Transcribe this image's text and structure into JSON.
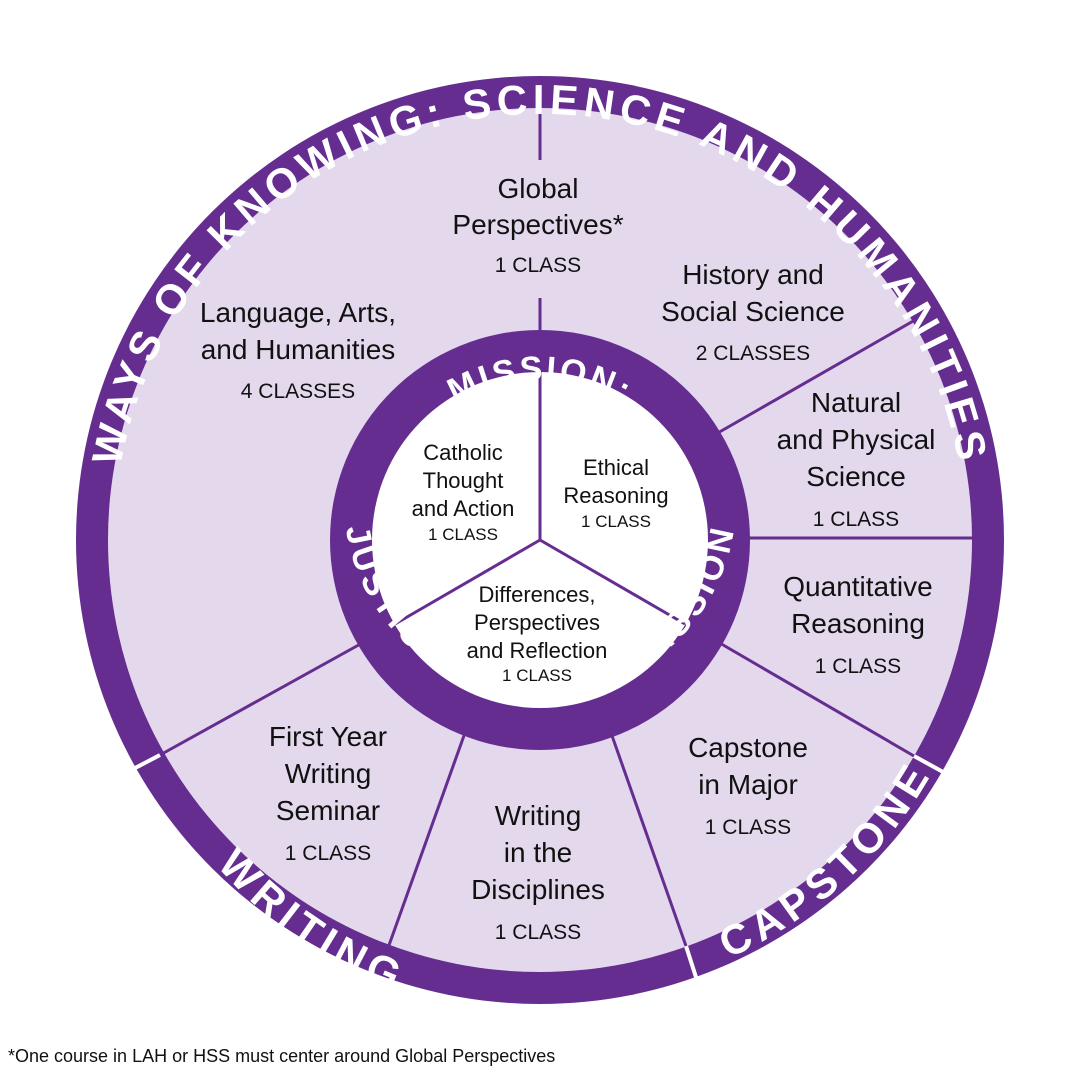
{
  "ring_labels": {
    "ways_of_knowing": "WAYS OF KNOWING: SCIENCE AND HUMANITIES",
    "writing": "WRITING",
    "capstone": "CAPSTONE"
  },
  "mission_ring": {
    "top": "MISSION:",
    "bottom": "JUSTICE AND COMPASSION"
  },
  "segments": {
    "global": {
      "line1": "Global",
      "line2": "Perspectives*",
      "count": "1 CLASS"
    },
    "history": {
      "line1": "History and",
      "line2": "Social Science",
      "count": "2 CLASSES"
    },
    "natural": {
      "line1": "Natural",
      "line2": "and Physical",
      "line3": "Science",
      "count": "1 CLASS"
    },
    "quantitative": {
      "line1": "Quantitative",
      "line2": "Reasoning",
      "count": "1 CLASS"
    },
    "capstone": {
      "line1": "Capstone",
      "line2": "in Major",
      "count": "1 CLASS"
    },
    "writing_disc": {
      "line1": "Writing",
      "line2": "in the",
      "line3": "Disciplines",
      "count": "1 CLASS"
    },
    "first_year": {
      "line1": "First Year",
      "line2": "Writing",
      "line3": "Seminar",
      "count": "1 CLASS"
    },
    "language": {
      "line1": "Language, Arts,",
      "line2": "and Humanities",
      "count": "4 CLASSES"
    }
  },
  "core": {
    "catholic": {
      "line1": "Catholic",
      "line2": "Thought",
      "line3": "and Action",
      "count": "1 CLASS"
    },
    "ethical": {
      "line1": "Ethical",
      "line2": "Reasoning",
      "count": "1 CLASS"
    },
    "differences": {
      "line1": "Differences,",
      "line2": "Perspectives",
      "line3": "and Reflection",
      "count": "1 CLASS"
    }
  },
  "footnote": "*One course in LAH or HSS must center around Global Perspectives",
  "colors": {
    "purple": "#662d91",
    "lavender": "#e3d8ec",
    "white": "#ffffff",
    "text": "#111111"
  }
}
